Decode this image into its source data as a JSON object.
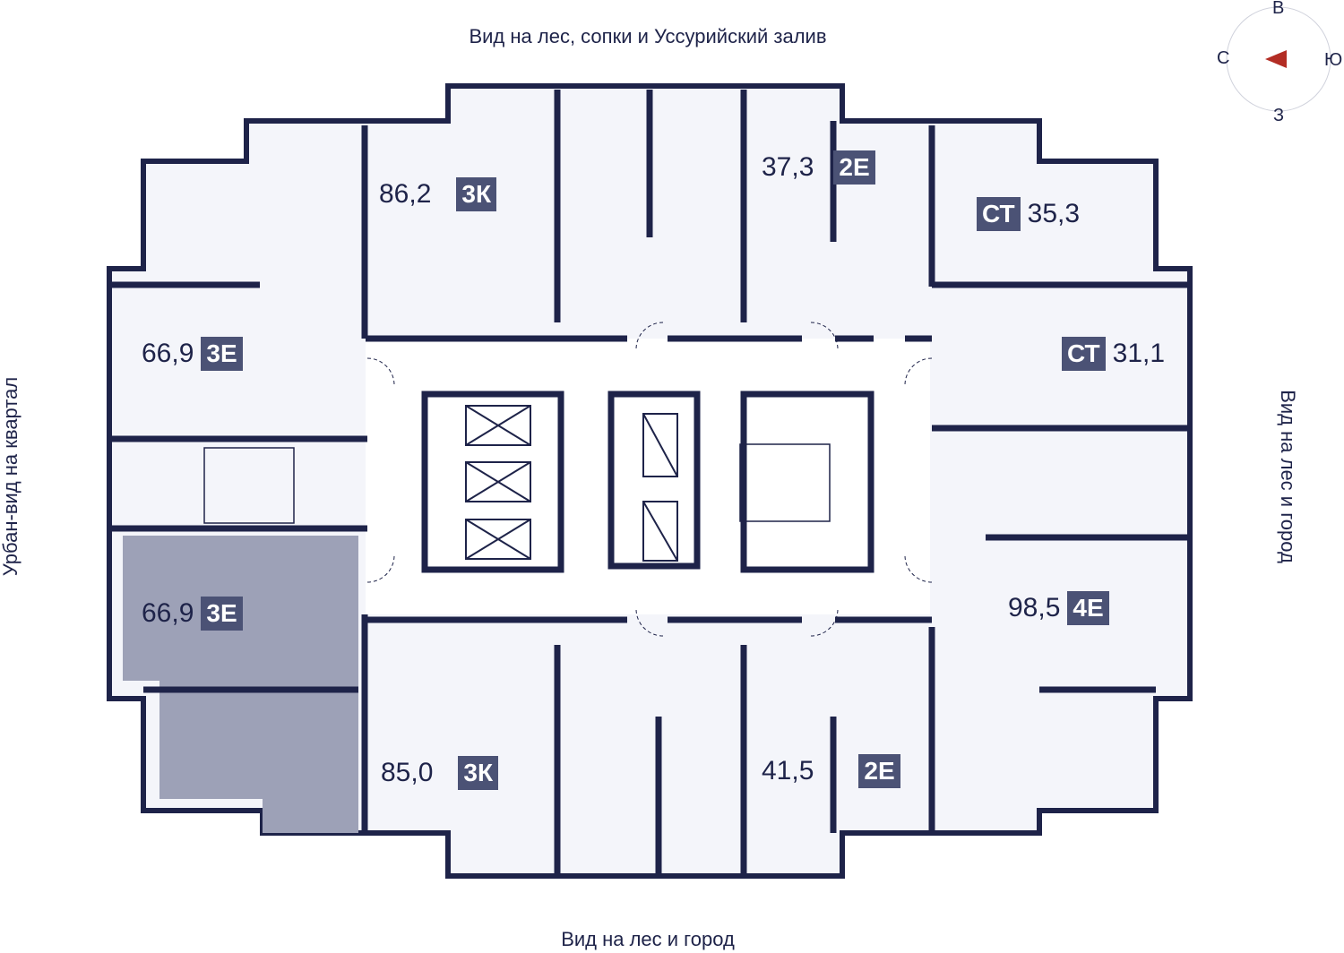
{
  "views": {
    "top": "Вид на лес, сопки и Уссурийский залив",
    "bottom": "Вид на лес и город",
    "left": "Урбан-вид на квартал",
    "right": "Вид на лес и город"
  },
  "compass": {
    "north": "С",
    "south": "Ю",
    "east": "В",
    "west": "З",
    "arrow_color": "#b32d24"
  },
  "colors": {
    "wall": "#1e2349",
    "room": "#f4f5fa",
    "selected": "#9da1b7",
    "badge": "#4b5275"
  },
  "units": [
    {
      "area": "86,2",
      "type": "3К"
    },
    {
      "area": "37,3",
      "type": "2Е"
    },
    {
      "area": "35,3",
      "type": "СТ"
    },
    {
      "area": "66,9",
      "type": "3Е"
    },
    {
      "area": "31,1",
      "type": "СТ"
    },
    {
      "area": "66,9",
      "type": "3Е",
      "selected": true
    },
    {
      "area": "98,5",
      "type": "4Е"
    },
    {
      "area": "85,0",
      "type": "3К"
    },
    {
      "area": "41,5",
      "type": "2Е"
    }
  ]
}
